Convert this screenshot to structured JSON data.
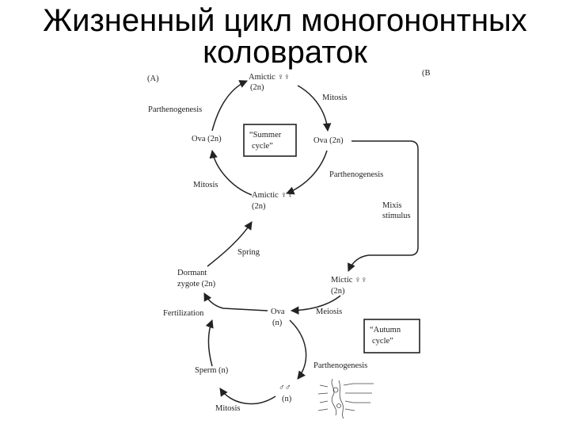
{
  "title": {
    "line1": "Жизненный цикл моногононтных",
    "line2": "коловраток"
  },
  "diagram": {
    "panel_a": "(A)",
    "panel_b": "(B",
    "summer": {
      "amictic_top": "Amictic ♀♀",
      "amictic_top_ploidy": "(2n)",
      "mitosis_right": "Mitosis",
      "parthenogenesis_left": "Parthenogenesis",
      "ova_left": "Ova (2n)",
      "ova_right": "Ova (2n)",
      "box_line1": "“Summer",
      "box_line2": "cycle”",
      "parthenogenesis_right": "Parthenogenesis",
      "mitosis_left": "Mitosis",
      "amictic_bottom": "Amictic ♀♀",
      "amictic_bottom_ploidy": "(2n)"
    },
    "mixis_line1": "Mixis",
    "mixis_line2": "stimulus",
    "spring": "Spring",
    "autumn": {
      "dormant_line1": "Dormant",
      "dormant_line2": "zygote (2n)",
      "mictic": "Mictic ♀♀",
      "mictic_ploidy": "(2n)",
      "fertilization": "Fertilization",
      "ova": "Ova",
      "ova_ploidy": "(n)",
      "meiosis": "Meiosis",
      "box_line1": "“Autumn",
      "box_line2": "cycle”",
      "sperm": "Sperm (n)",
      "parthenogenesis": "Parthenogenesis",
      "males": "♂♂",
      "males_ploidy": "(n)",
      "mitosis": "Mitosis"
    }
  }
}
